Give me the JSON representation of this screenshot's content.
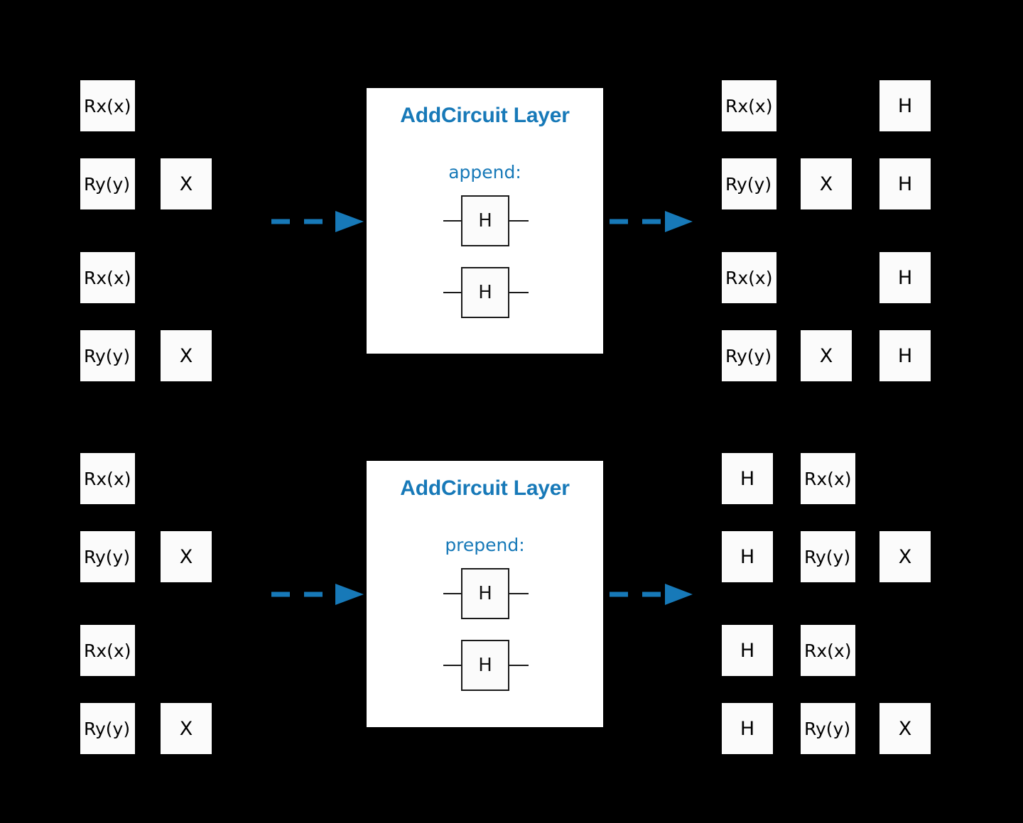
{
  "colors": {
    "background": "#000000",
    "panel_bg": "#ffffff",
    "gate_bg": "#fbfbfb",
    "accent_blue": "#1779b8",
    "gate_text": "#000000",
    "wire": "#1a1a1a"
  },
  "blocks": [
    {
      "id": "append-block",
      "input_circuit": {
        "name": "input-circuit",
        "wires": [
          {
            "gates": [
              "Rx(x)"
            ]
          },
          {
            "gates": [
              "Ry(y)",
              "X"
            ]
          },
          {
            "gates": [
              "Rx(x)"
            ]
          },
          {
            "gates": [
              "Ry(y)",
              "X"
            ]
          }
        ]
      },
      "panel": {
        "title": "AddCircuit Layer",
        "mode": "append:",
        "sub_gates": [
          "H",
          "H"
        ]
      },
      "output_circuit": {
        "name": "output-circuit",
        "wires": [
          {
            "gates": [
              "Rx(x)",
              "",
              "H"
            ]
          },
          {
            "gates": [
              "Ry(y)",
              "X",
              "H"
            ]
          },
          {
            "gates": [
              "Rx(x)",
              "",
              "H"
            ]
          },
          {
            "gates": [
              "Ry(y)",
              "X",
              "H"
            ]
          }
        ]
      },
      "arrow_in": "dashed-arrow-right",
      "arrow_out": "dashed-arrow-right"
    },
    {
      "id": "prepend-block",
      "input_circuit": {
        "name": "input-circuit",
        "wires": [
          {
            "gates": [
              "Rx(x)"
            ]
          },
          {
            "gates": [
              "Ry(y)",
              "X"
            ]
          },
          {
            "gates": [
              "Rx(x)"
            ]
          },
          {
            "gates": [
              "Ry(y)",
              "X"
            ]
          }
        ]
      },
      "panel": {
        "title": "AddCircuit Layer",
        "mode": "prepend:",
        "sub_gates": [
          "H",
          "H"
        ]
      },
      "output_circuit": {
        "name": "output-circuit",
        "wires": [
          {
            "gates": [
              "H",
              "Rx(x)",
              ""
            ]
          },
          {
            "gates": [
              "H",
              "Ry(y)",
              "X"
            ]
          },
          {
            "gates": [
              "H",
              "Rx(x)",
              ""
            ]
          },
          {
            "gates": [
              "H",
              "Ry(y)",
              "X"
            ]
          }
        ]
      },
      "arrow_in": "dashed-arrow-right",
      "arrow_out": "dashed-arrow-right"
    }
  ]
}
